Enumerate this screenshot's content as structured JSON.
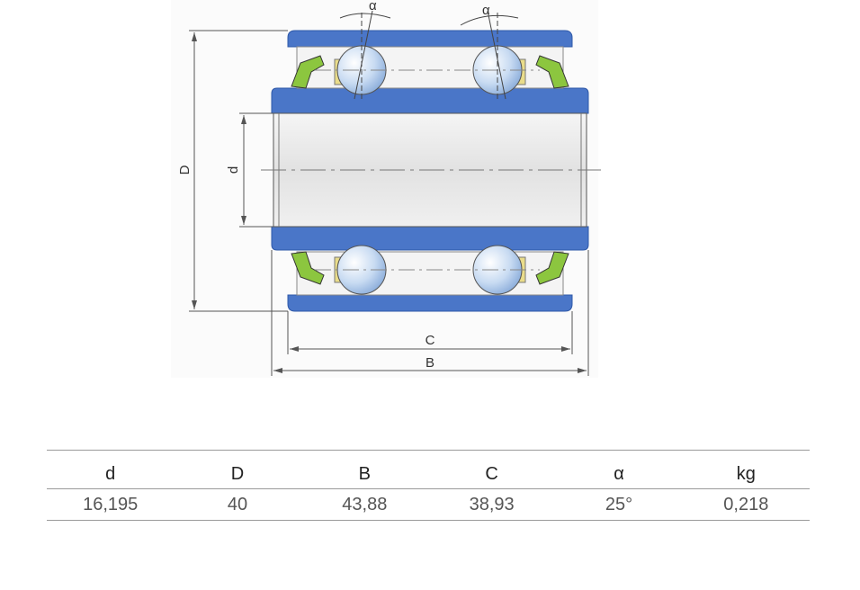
{
  "drawing": {
    "labels": {
      "D": "D",
      "d": "d",
      "C": "C",
      "B": "B",
      "alpha_left": "α",
      "alpha_right": "α"
    },
    "colors": {
      "ring": "#4a76c8",
      "ring_dark": "#2f59a8",
      "ball": "#bcd3ee",
      "seal": "#8cc63f",
      "cage": "#e9dc8a",
      "bore": "#e6e6e6",
      "line": "#444444"
    }
  },
  "table": {
    "headers": [
      "d",
      "D",
      "B",
      "C",
      "α",
      "kg"
    ],
    "rows": [
      [
        "16,195",
        "40",
        "43,88",
        "38,93",
        "25°",
        "0,218"
      ]
    ]
  }
}
